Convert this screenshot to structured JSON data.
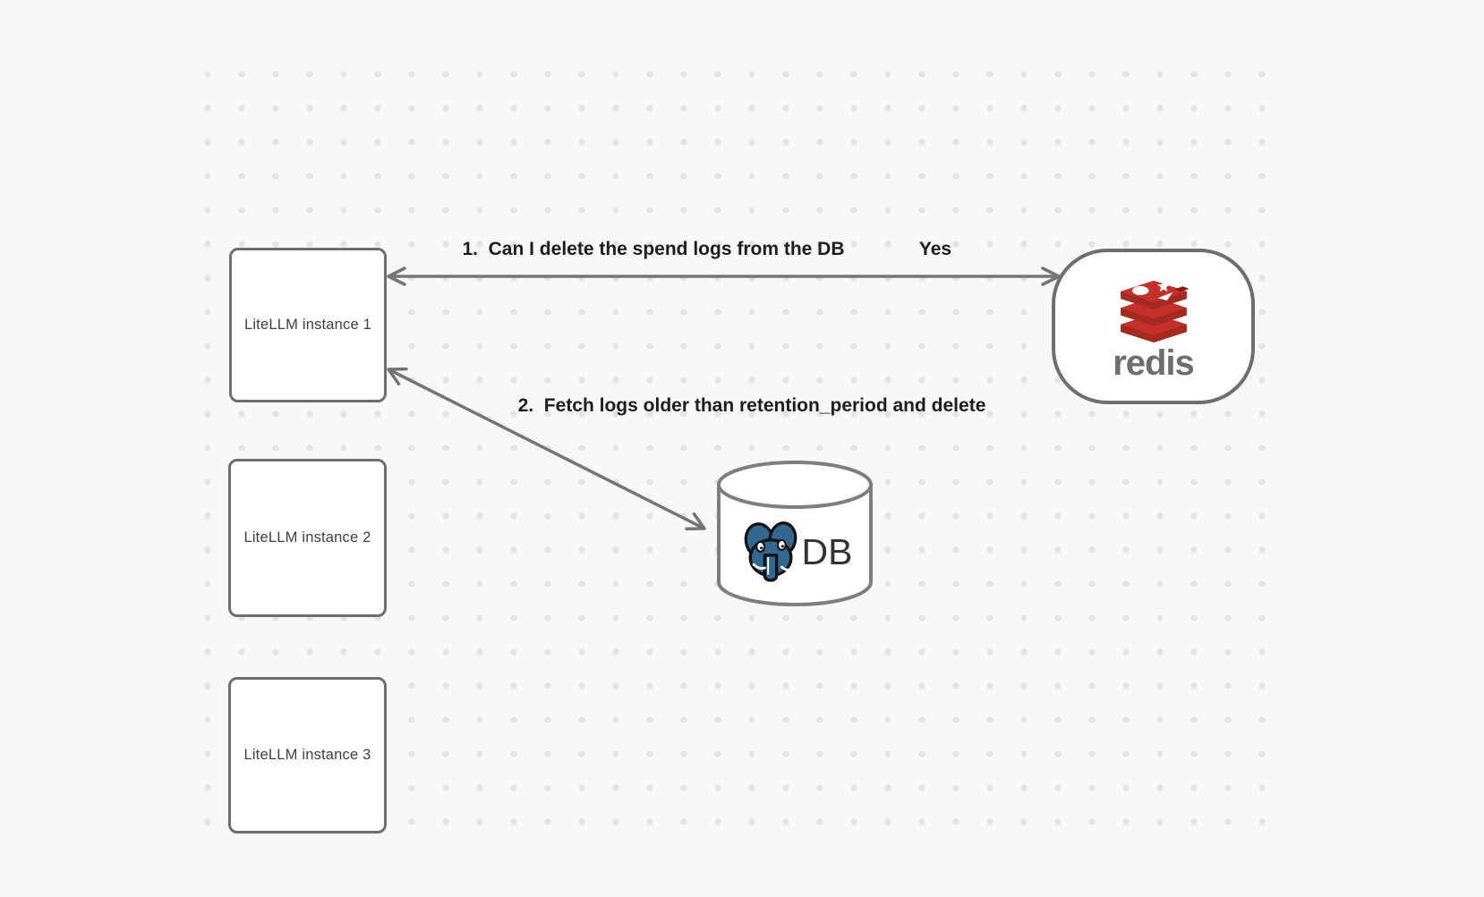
{
  "app": {
    "type": "diagram-canvas"
  },
  "colors": {
    "background": "#f8f8f8",
    "grid_dot": "#e4e4e4",
    "node_border": "#6e6e6e",
    "node_fill": "#ffffff",
    "arrow": "#757575",
    "edge_label_text": "#1d1d1f",
    "node_text": "#3f3f3f",
    "redis_red": "#c6302b",
    "redis_red_dark": "#a32b22",
    "redis_wordmark_gray": "#6d6e71",
    "postgres_blue": "#336791",
    "db_text": "#333333"
  },
  "nodes": {
    "instance1": {
      "label": "LiteLLM instance 1"
    },
    "instance2": {
      "label": "LiteLLM instance 2"
    },
    "instance3": {
      "label": "LiteLLM instance 3"
    },
    "redis": {
      "wordmark": "redis"
    },
    "db": {
      "label": "DB"
    }
  },
  "edges": {
    "edge1": {
      "label": "1.  Can I delete the spend logs from the DB",
      "reply": "Yes"
    },
    "edge2": {
      "label": "2.  Fetch logs older than retention_period and delete"
    }
  }
}
